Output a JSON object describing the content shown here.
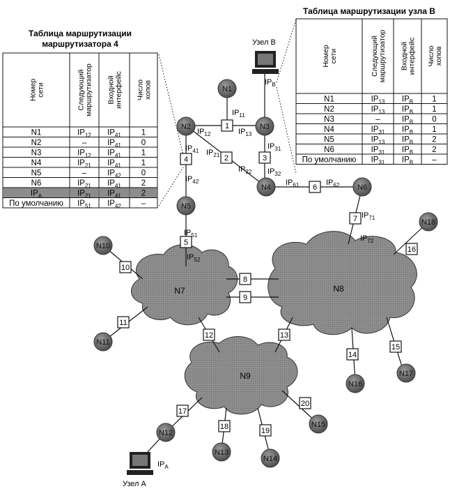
{
  "table_router4": {
    "title_line1": "Таблица маршрутизации",
    "title_line2": "маршрутизатора 4",
    "headers": [
      "Номер сети",
      "Следующий маршрутизатор",
      "Входной интерфейс",
      "Число хопов"
    ],
    "rows": [
      {
        "net": "N1",
        "next": [
          "IP",
          "12"
        ],
        "iface": [
          "IP",
          "41"
        ],
        "hops": "1"
      },
      {
        "net": "N2",
        "next": [
          "–",
          ""
        ],
        "iface": [
          "IP",
          "41"
        ],
        "hops": "0"
      },
      {
        "net": "N3",
        "next": [
          "IP",
          "12"
        ],
        "iface": [
          "IP",
          "41"
        ],
        "hops": "1"
      },
      {
        "net": "N4",
        "next": [
          "IP",
          "21"
        ],
        "iface": [
          "IP",
          "41"
        ],
        "hops": "1"
      },
      {
        "net": "N5",
        "next": [
          "–",
          ""
        ],
        "iface": [
          "IP",
          "42"
        ],
        "hops": "0"
      },
      {
        "net": "N6",
        "next": [
          "IP",
          "21"
        ],
        "iface": [
          "IP",
          "41"
        ],
        "hops": "2"
      },
      {
        "net": "IP",
        "net_sub": "A",
        "next": [
          "IP",
          "21"
        ],
        "iface": [
          "IP",
          "41"
        ],
        "hops": "2",
        "highlight": true
      },
      {
        "net": "По умолчанию",
        "next": [
          "IP",
          "51"
        ],
        "iface": [
          "IP",
          "42"
        ],
        "hops": "–"
      }
    ]
  },
  "table_nodeB": {
    "title": "Таблица маршрутизации узла B",
    "headers": [
      "Номер сети",
      "Следующий маршрутизатор",
      "Входной интерфейс",
      "Число хопов"
    ],
    "rows": [
      {
        "net": "N1",
        "next": [
          "IP",
          "13"
        ],
        "iface": [
          "IP",
          "B"
        ],
        "hops": "1"
      },
      {
        "net": "N2",
        "next": [
          "IP",
          "13"
        ],
        "iface": [
          "IP",
          "B"
        ],
        "hops": "1"
      },
      {
        "net": "N3",
        "next": [
          "–",
          ""
        ],
        "iface": [
          "IP",
          "B"
        ],
        "hops": "0"
      },
      {
        "net": "N4",
        "next": [
          "IP",
          "31"
        ],
        "iface": [
          "IP",
          "B"
        ],
        "hops": "1"
      },
      {
        "net": "N5",
        "next": [
          "IP",
          "13"
        ],
        "iface": [
          "IP",
          "B"
        ],
        "hops": "2"
      },
      {
        "net": "N6",
        "next": [
          "IP",
          "31"
        ],
        "iface": [
          "IP",
          "B"
        ],
        "hops": "2"
      },
      {
        "net": "По умолчанию",
        "next": [
          "IP",
          "31"
        ],
        "iface": [
          "IP",
          "B"
        ],
        "hops": "–"
      }
    ]
  },
  "hosts": {
    "b_label": "Узел B",
    "b_ip": [
      "IP",
      "B"
    ],
    "a_label": "Узел A",
    "a_ip": [
      "IP",
      "A"
    ]
  },
  "networks": [
    "N1",
    "N2",
    "N3",
    "N4",
    "N5",
    "N6",
    "N7",
    "N8",
    "N9",
    "N10",
    "N11",
    "N12",
    "N13",
    "N14",
    "N15",
    "N16",
    "N17",
    "N18"
  ],
  "routers": [
    "1",
    "2",
    "3",
    "4",
    "5",
    "6",
    "7",
    "8",
    "9",
    "10",
    "11",
    "12",
    "13",
    "14",
    "15",
    "16",
    "17",
    "18",
    "19",
    "20"
  ],
  "interfaces": [
    [
      "IP",
      "11"
    ],
    [
      "IP",
      "12"
    ],
    [
      "IP",
      "13"
    ],
    [
      "IP",
      "31"
    ],
    [
      "IP",
      "32"
    ],
    [
      "IP",
      "21"
    ],
    [
      "IP",
      "22"
    ],
    [
      "IP",
      "41"
    ],
    [
      "IP",
      "42"
    ],
    [
      "IP",
      "61"
    ],
    [
      "IP",
      "62"
    ],
    [
      "IP",
      "71"
    ],
    [
      "IP",
      "72"
    ],
    [
      "IP",
      "51"
    ],
    [
      "IP",
      "52"
    ]
  ]
}
